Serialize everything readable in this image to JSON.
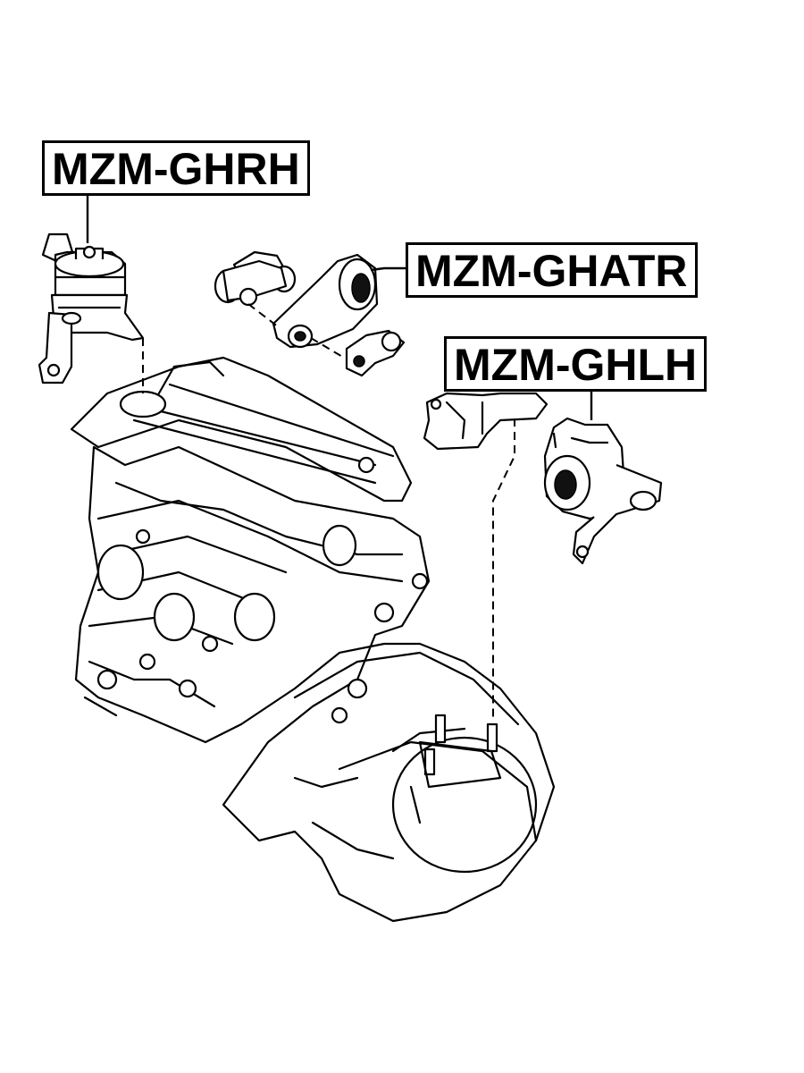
{
  "labels": {
    "right_mount": "MZM-GHRH",
    "torque_rod": "MZM-GHATR",
    "left_mount": "MZM-GHLH"
  },
  "colors": {
    "line": "#000000",
    "background": "#ffffff"
  }
}
